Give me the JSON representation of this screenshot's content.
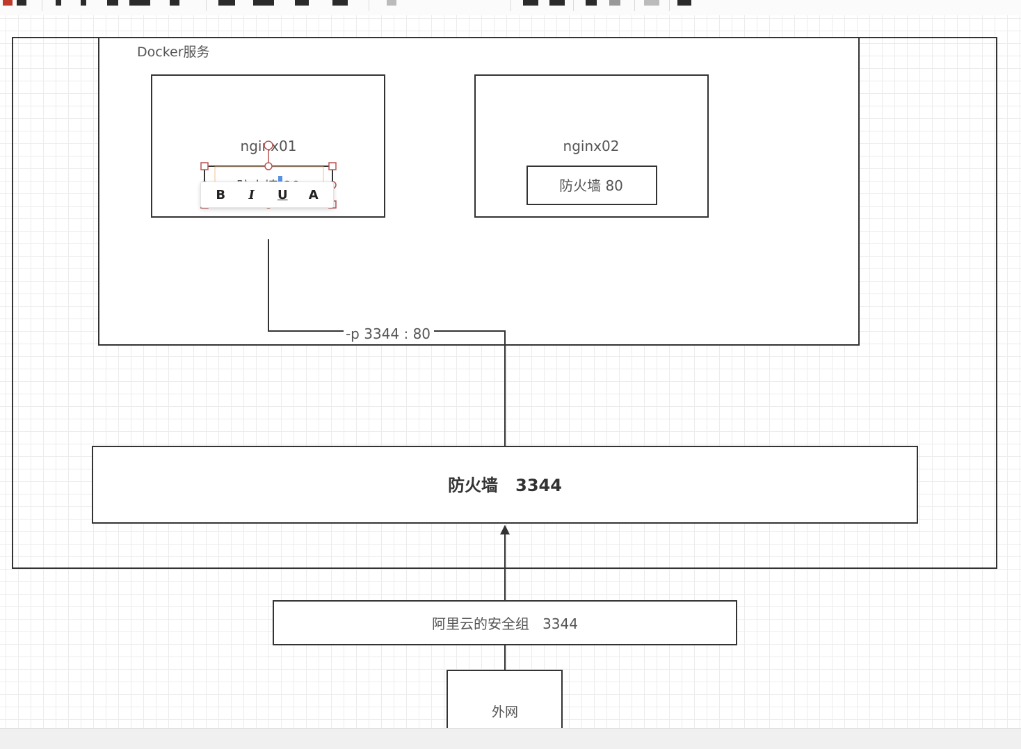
{
  "diagram": {
    "docker_service_label": "Docker服务",
    "nginx01": {
      "label": "nginx01",
      "firewall_label": "防火墙 80"
    },
    "nginx02": {
      "label": "nginx02",
      "firewall_label": "防火墙 80"
    },
    "port_mapping_label": "-p 3344 : 80",
    "host_firewall_label": "防火墙   3344",
    "security_group_label": "阿里云的安全组   3344",
    "external_network_label": "外网"
  },
  "text_format_toolbar": {
    "bold": "B",
    "italic": "I",
    "underline": "U",
    "font_color": "A"
  },
  "colors": {
    "stroke": "#333333",
    "text": "#555555",
    "selection_handle": "#b85450",
    "text_cursor": "#3b7ddd"
  }
}
